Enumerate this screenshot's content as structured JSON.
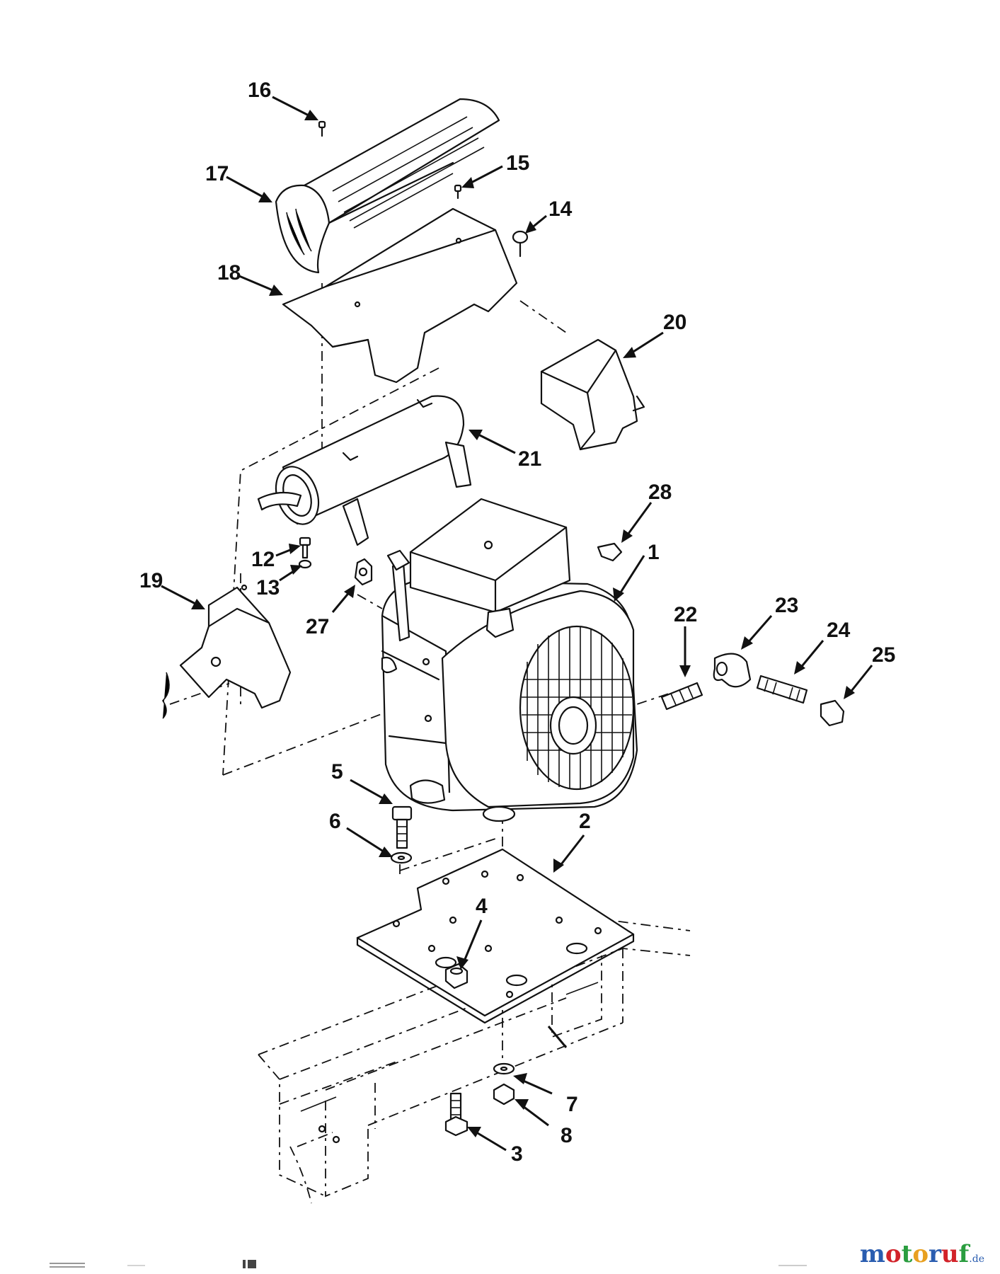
{
  "callouts": [
    {
      "number": "1"
    },
    {
      "number": "2"
    },
    {
      "number": "3"
    },
    {
      "number": "4"
    },
    {
      "number": "5"
    },
    {
      "number": "6"
    },
    {
      "number": "7"
    },
    {
      "number": "8"
    },
    {
      "number": "12"
    },
    {
      "number": "13"
    },
    {
      "number": "14"
    },
    {
      "number": "15"
    },
    {
      "number": "16"
    },
    {
      "number": "17"
    },
    {
      "number": "18"
    },
    {
      "number": "19"
    },
    {
      "number": "20"
    },
    {
      "number": "21"
    },
    {
      "number": "22"
    },
    {
      "number": "23"
    },
    {
      "number": "24"
    },
    {
      "number": "25"
    },
    {
      "number": "27"
    },
    {
      "number": "28"
    }
  ],
  "watermark": {
    "letters": [
      "m",
      "o",
      "t",
      "o",
      "r",
      "u",
      "f"
    ],
    "letter_colors": [
      "#2a5db0",
      "#d2232a",
      "#2a9d3f",
      "#e8a020",
      "#2a5db0",
      "#d2232a",
      "#2a9d3f"
    ],
    "suffix": ".de"
  }
}
